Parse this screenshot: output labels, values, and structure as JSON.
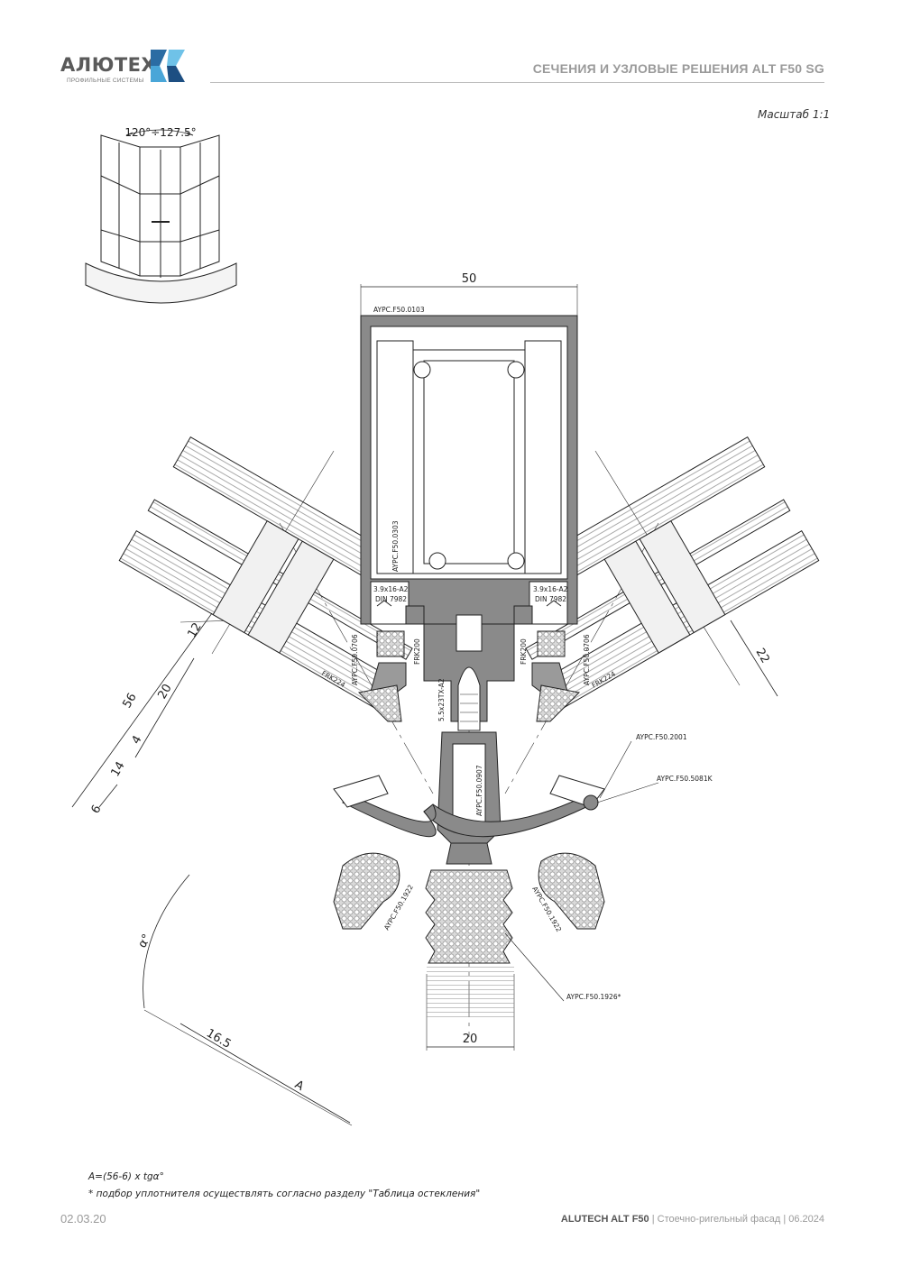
{
  "header": {
    "logo_text": "АЛЮТЕХ",
    "logo_subtitle": "ПРОФИЛЬНЫЕ СИСТЕМЫ",
    "title": "СЕЧЕНИЯ И УЗЛОВЫЕ РЕШЕНИЯ ALT F50 SG"
  },
  "scale": "Масштаб 1:1",
  "diagram": {
    "angle_range": "120°÷127.5°",
    "dims": {
      "width_top": "50",
      "width_bottom": "20",
      "d56": "56",
      "d20": "20",
      "d12": "12",
      "d4": "4",
      "d14": "14",
      "d6": "6",
      "d22": "22",
      "d165": "16.5",
      "dA": "A",
      "alpha": "α°"
    },
    "labels": {
      "mullion": "AYPC.F50.0103",
      "insert": "AYPC.F50.0303",
      "screw_l1": "3.9x16-A2",
      "screw_l2": "DIN 7982",
      "screw_r1": "3.9x16-A2",
      "screw_r2": "DIN 7982",
      "gasket_l": "AYPC.F50.0706",
      "gasket_r": "AYPC.F50.0706",
      "frk200_l": "FRK200",
      "frk200_r": "FRK200",
      "frk224_l": "FRK224",
      "frk224_r": "FRK224",
      "screw_center": "5.5x23TX-A2",
      "adapter": "AYPC.F50.0907",
      "clip": "AYPC.F50.2001",
      "clip_k": "AYPC.F50.5081K",
      "seal_l": "AYPC.F50.1922",
      "seal_r": "AYPC.F50.1922",
      "seal_center": "AYPC.F50.1926*"
    }
  },
  "notes": [
    "A=(56-6) x tgα°",
    "* подбор уплотнителя осуществлять согласно разделу \"Таблица остекления\""
  ],
  "footer": {
    "date": "02.03.20",
    "brand": "ALUTECH ALT F50",
    "description": " | Стоечно-ригельный фасад | 06.2024"
  }
}
